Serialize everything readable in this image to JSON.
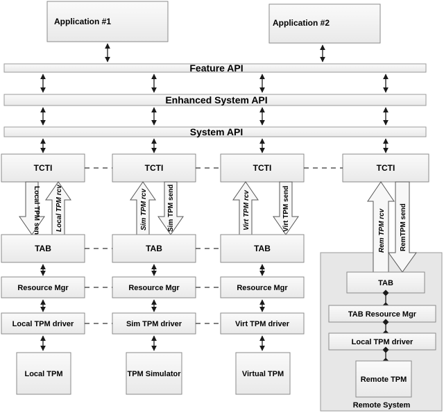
{
  "apps": {
    "app1": "Application #1",
    "app2": "Application #2"
  },
  "apis": {
    "feature": "Feature API",
    "enhanced": "Enhanced System API",
    "system": "System API"
  },
  "tcti": {
    "label": "TCTI"
  },
  "tab": {
    "label": "TAB"
  },
  "resource_mgr": {
    "label": "Resource Mgr"
  },
  "drivers": {
    "local": "Local TPM driver",
    "sim": "Sim TPM driver",
    "virt": "Virt TPM driver"
  },
  "tpms": {
    "local": "Local TPM",
    "sim": "TPM Simulator",
    "virt": "Virtual TPM"
  },
  "channels": {
    "local_send": "Local TPM send",
    "local_rcv": "Local TPM rcv",
    "sim_rcv": "Sim TPM rcv",
    "sim_send": "Sim TPM send",
    "virt_rcv": "Virt TPM rcv",
    "virt_send": "Virt TPM send",
    "rem_rcv": "Rem TPM rcv",
    "rem_send": "RemTPM send"
  },
  "remote": {
    "tab": "TAB",
    "resource_mgr": "TAB Resource Mgr",
    "driver": "Local TPM driver",
    "tpm": "Remote TPM",
    "system_label": "Remote System"
  },
  "colors": {
    "box_fill": "#f3f3f3",
    "box_stroke": "#8a8a8a",
    "arrow": "#1a1a1a",
    "channel_fill": "#f7f7f7"
  }
}
